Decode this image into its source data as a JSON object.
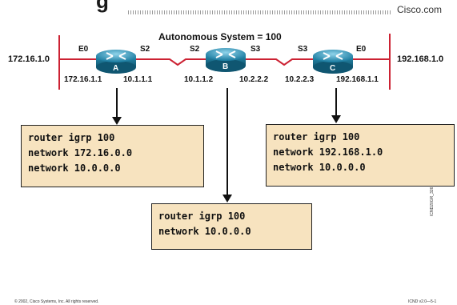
{
  "header": {
    "title_fragment": "g",
    "brand": "Cisco.com"
  },
  "diagram": {
    "title": "Autonomous System = 100",
    "routers": {
      "a": "A",
      "b": "B",
      "c": "C"
    },
    "networks": {
      "left": "172.16.1.0",
      "right": "192.168.1.0"
    },
    "interfaces": {
      "a_e0": "E0",
      "a_s2": "S2",
      "b_s2": "S2",
      "b_s3": "S3",
      "c_s3": "S3",
      "c_e0": "E0"
    },
    "addresses": {
      "a_e0": "172.16.1.1",
      "a_s2": "10.1.1.1",
      "b_s2": "10.1.1.2",
      "b_s3": "10.2.2.2",
      "c_s3": "10.2.2.3",
      "c_e0": "192.168.1.1"
    },
    "config_a": {
      "line1": "router igrp 100",
      "line2": "network 172.16.0.0",
      "line3": "network 10.0.0.0"
    },
    "config_b": {
      "line1": "router igrp 100",
      "line2": "network 10.0.0.0"
    },
    "config_c": {
      "line1": "router igrp 100",
      "line2": "network 192.168.1.0",
      "line3": "network 10.0.0.0"
    },
    "side_id": "ICND20GR_326"
  },
  "footer": {
    "copyright": "© 2002, Cisco Systems, Inc. All rights reserved.",
    "course": "ICND v2.0—5-1"
  },
  "colors": {
    "link": "#cc2233",
    "router": "#2a8fb0",
    "config_fill": "#f7e3bf"
  }
}
